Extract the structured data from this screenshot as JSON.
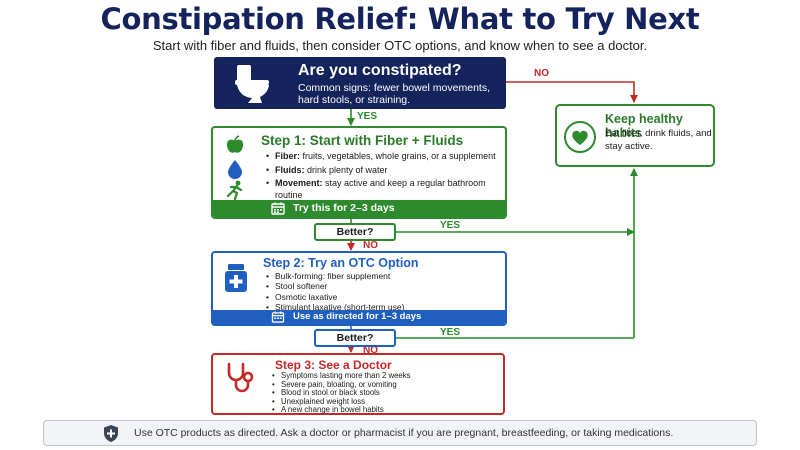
{
  "header": {
    "title": "Constipation Relief: What to Try Next",
    "subtitle": "Start with fiber and fluids, then consider OTC options, and know when to see a doctor."
  },
  "question": {
    "title": "Are you constipated?",
    "text": "Common signs: fewer bowel movements, hard stools, or straining."
  },
  "labels": {
    "yes": "YES",
    "no": "NO"
  },
  "step1": {
    "title": "Step 1: Start with Fiber + Fluids",
    "items": [
      {
        "term": "Fiber:",
        "text": " fruits, vegetables, whole grains, or a supplement"
      },
      {
        "term": "Fluids:",
        "text": " drink plenty of water"
      },
      {
        "term": "Movement:",
        "text": " stay active and keep a regular bathroom routine"
      }
    ],
    "band": "Try this for 2–3 days"
  },
  "check1": {
    "label": "Better?"
  },
  "step2": {
    "title": "Step 2: Try an OTC Option",
    "items": [
      "Bulk-forming: fiber supplement",
      "Stool softener",
      "Osmotic laxative",
      "Stimulant laxative (short-term use)"
    ],
    "band": "Use as directed for 1–3 days"
  },
  "check2": {
    "label": "Better?"
  },
  "step3": {
    "title": "Step 3: See a Doctor",
    "items": [
      "Symptoms lasting more than 2 weeks",
      "Severe pain, bloating, or vomiting",
      "Blood in stool or black stools",
      "Unexplained weight loss",
      "A new change in bowel habits"
    ]
  },
  "keep": {
    "title": "Keep healthy habits",
    "text": "Eat fiber, drink fluids, and stay active."
  },
  "footer": {
    "text": "Use OTC products as directed. Ask a doctor or pharmacist if you are pregnant, breastfeeding, or taking medications."
  },
  "colors": {
    "navy": "#14235c",
    "green": "#2d8a2d",
    "blue": "#1f5fbf",
    "red": "#c62828"
  },
  "icons": [
    "toilet-icon",
    "apple-icon",
    "water-drop-icon",
    "running-person-icon",
    "calendar-icon",
    "medicine-bottle-icon",
    "stethoscope-icon",
    "heart-icon",
    "shield-icon"
  ]
}
